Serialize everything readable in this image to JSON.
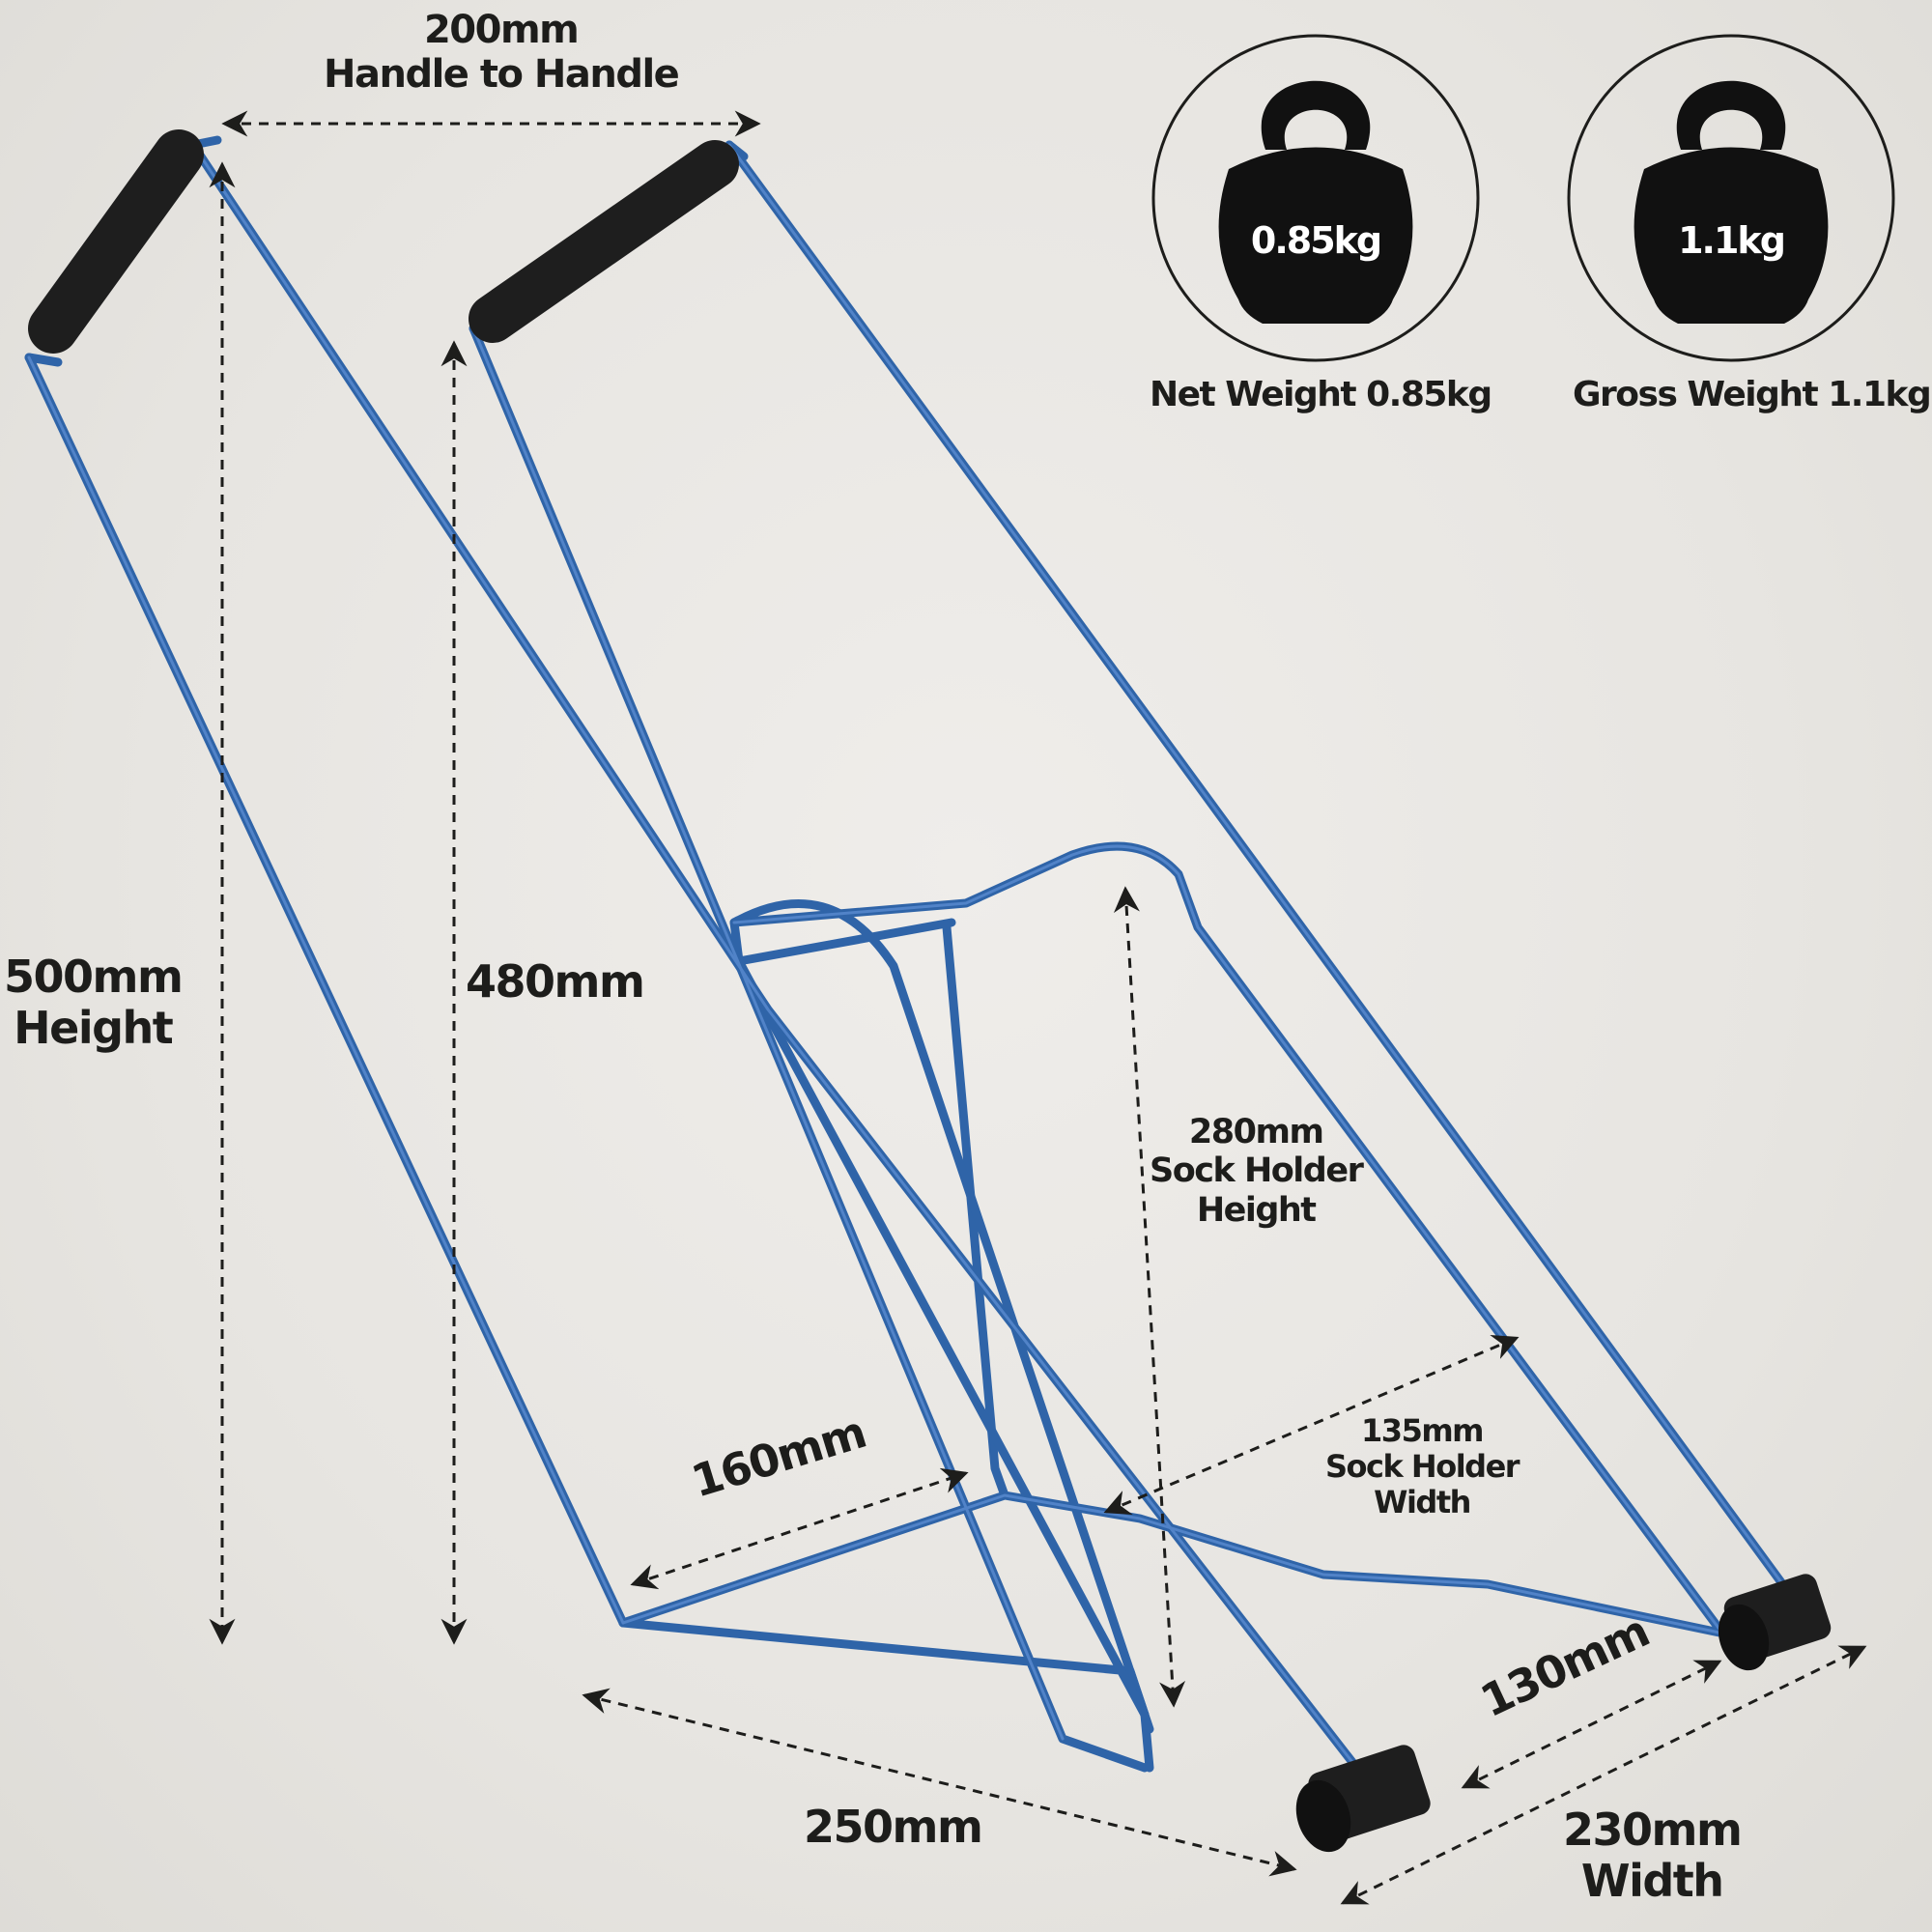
{
  "colors": {
    "background": "#e9e7e3",
    "frame": "#2f64a8",
    "frame_highlight": "#5a8bd0",
    "handle": "#1e1e1e",
    "dimension": "#1d1d1b"
  },
  "weights": [
    {
      "value": "0.85kg",
      "caption": "Net Weight 0.85kg",
      "icon": "kettlebell-icon"
    },
    {
      "value": "1.1kg",
      "caption": "Gross Weight 1.1kg",
      "icon": "kettlebell-icon"
    }
  ],
  "dimensions": {
    "handle_to_handle": {
      "value": "200mm",
      "label": "Handle to Handle"
    },
    "overall_height": {
      "value": "500mm",
      "label": "Height"
    },
    "inner_height": {
      "value": "480mm"
    },
    "sock_holder_height": {
      "value": "280mm",
      "label_line1": "Sock Holder",
      "label_line2": "Height"
    },
    "sock_holder_width": {
      "value": "135mm",
      "label_line1": "Sock Holder",
      "label_line2": "Width"
    },
    "base_inner": {
      "value": "160mm"
    },
    "depth": {
      "value": "250mm"
    },
    "foot_span": {
      "value": "130mm"
    },
    "overall_width": {
      "value": "230mm",
      "label": "Width"
    }
  }
}
